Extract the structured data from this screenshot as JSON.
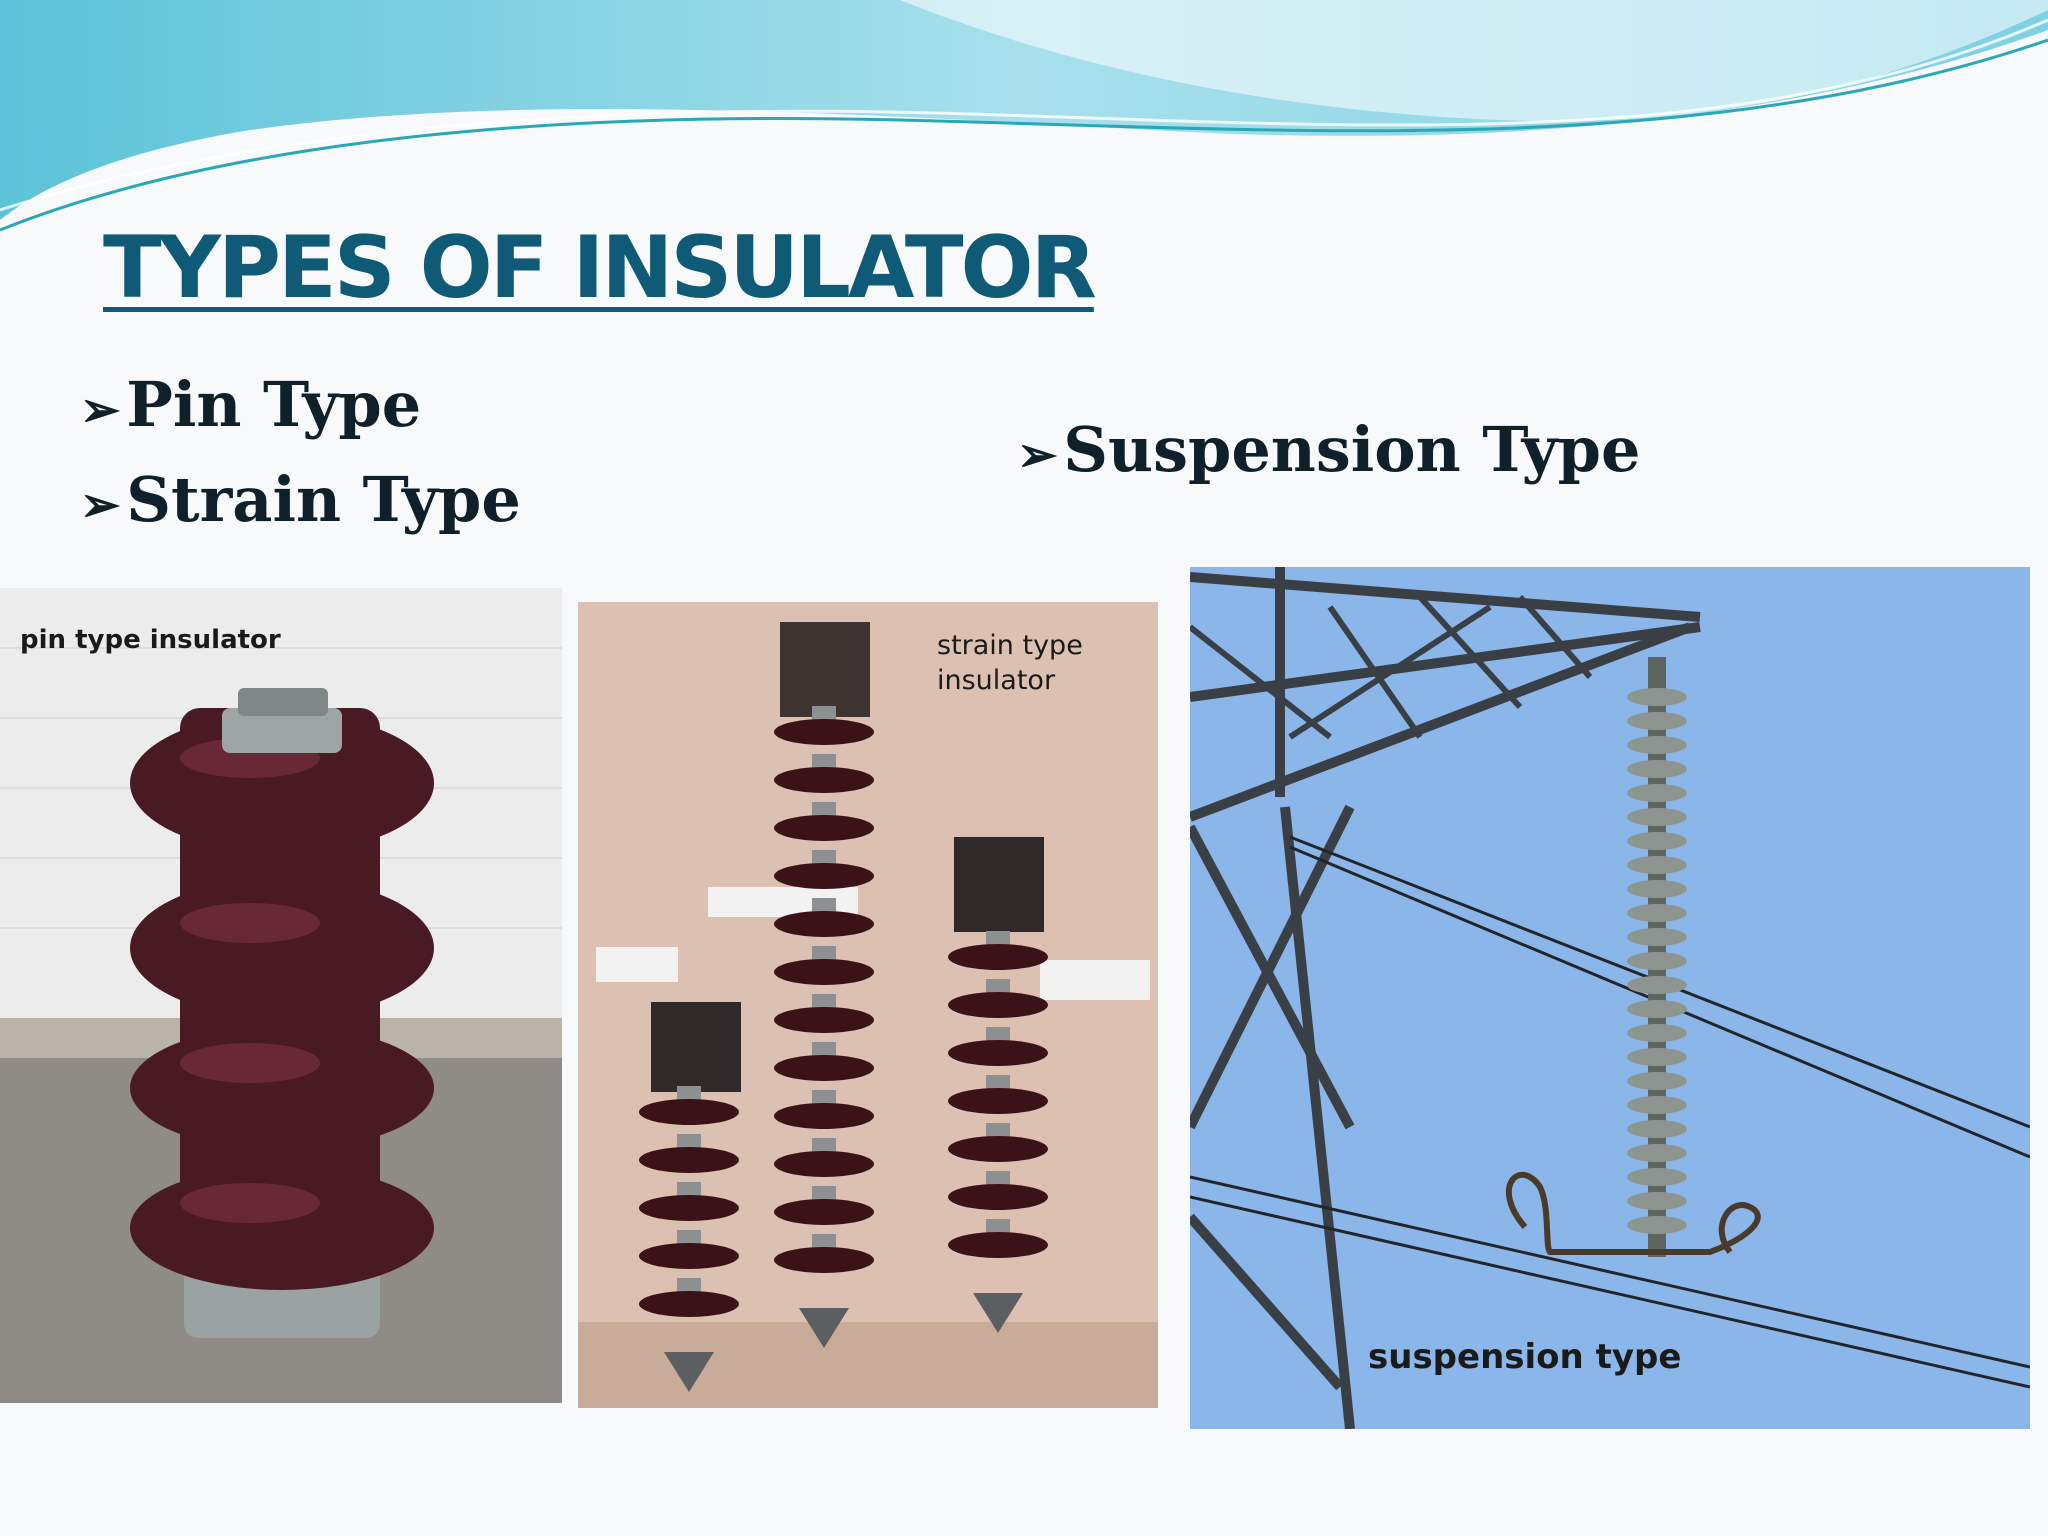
{
  "slide": {
    "title": "TYPES OF INSULATOR",
    "bullets": [
      {
        "arrow": "➢",
        "label": "Pin Type"
      },
      {
        "arrow": "➢",
        "label": "Strain Type"
      },
      {
        "arrow": "➢",
        "label": "Suspension Type"
      }
    ]
  },
  "photos": {
    "pin": {
      "caption": "pin type insulator"
    },
    "strain": {
      "caption_line1": "strain type",
      "caption_line2": "insulator"
    },
    "suspension": {
      "caption": "suspension type"
    }
  },
  "colors": {
    "title": "#0f5a76",
    "wave_light": "#b9e6ef",
    "wave_mid": "#7fd0e2",
    "porcelain": "#4a1a24",
    "sky": "#8bb6ea"
  }
}
